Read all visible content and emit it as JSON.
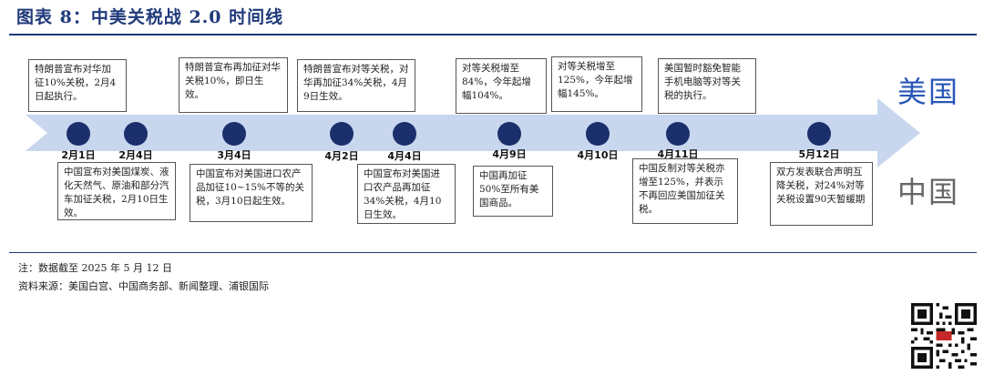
{
  "title": "图表 8：中美关税战 2.0 时间线",
  "sides": {
    "us": "美国",
    "cn": "中国"
  },
  "dates": [
    "2月1日",
    "2月4日",
    "3月4日",
    "4月2日",
    "4月4日",
    "4月9日",
    "4月10日",
    "4月11日",
    "5月12日"
  ],
  "us_events": [
    "特朗普宣布对华加征10%关税，2月4日起执行。",
    "特朗普宣布再加征对华关税10%，即日生效。",
    "特朗普宣布对等关税，对华再加征34%关税，4月9日生效。",
    "对等关税增至84%，今年起增幅104%。",
    "对等关税增至125%，今年起增幅145%。",
    "美国暂时豁免智能手机电脑等对等关税的执行。"
  ],
  "cn_events": [
    "中国宣布对美国煤炭、液化天然气、原油和部分汽车加征关税，2月10日生效。",
    "中国宣布对美国进口农产品加征10~15%不等的关税，3月10日起生效。",
    "中国宣布对美国进口农产品再加征34%关税，4月10日生效。",
    "中国再加征50%至所有美国商品。",
    "中国反制对等关税亦增至125%，并表示不再回应美国加征关税。",
    "双方发表联合声明互降关税，对24%对等关税设置90天暂缓期"
  ],
  "notes": {
    "note": "注：数据截至 2025 年 5 月 12 日",
    "source": "资料来源：美国白宫、中国商务部、新闻整理、浦银国际"
  },
  "colors": {
    "dark_blue": "#1a2f6b",
    "arrow": "#c8d6ee",
    "us_label": "#2a56b8"
  }
}
